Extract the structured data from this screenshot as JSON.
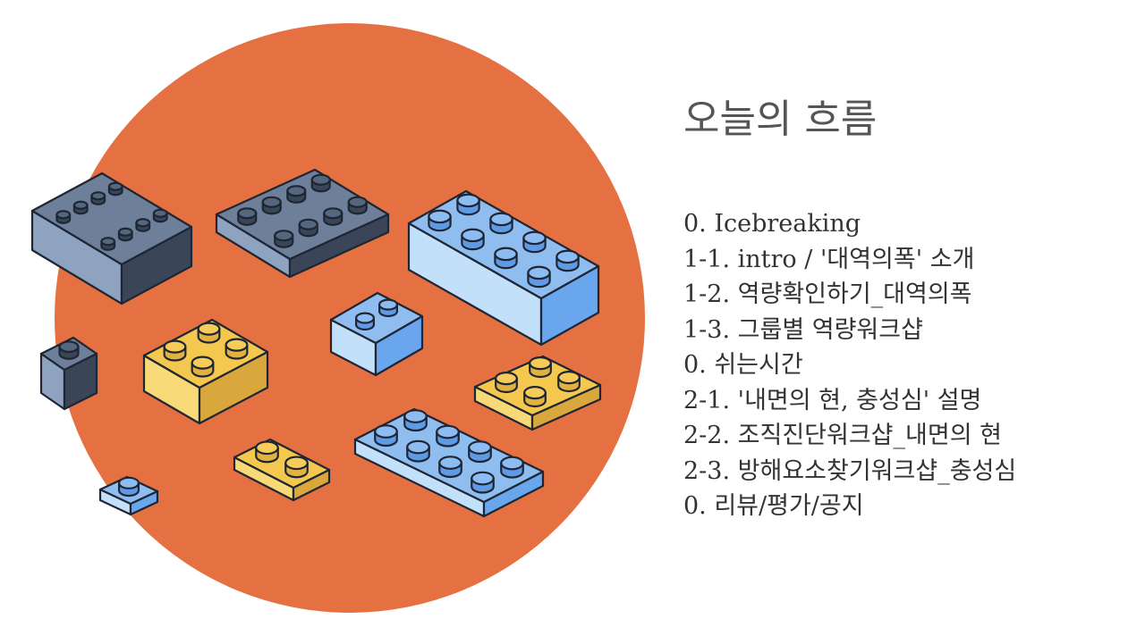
{
  "slide": {
    "title": "오늘의 흐름",
    "agenda": [
      "0. Icebreaking",
      "1-1. intro / '대역의폭' 소개",
      "1-2. 역량확인하기_대역의폭",
      "1-3. 그룹별 역량워크샵",
      "0. 쉬는시간",
      "2-1. '내면의 현, 충성심' 설명",
      "2-2. 조직진단워크샵_내면의 현",
      "2-3. 방해요소찾기워크샵_충성심",
      "0. 리뷰/평가/공지"
    ]
  },
  "colors": {
    "circle": "#e57142",
    "brick_dark": "#8a9cb6",
    "brick_light_blue": "#bcdcf7",
    "brick_yellow": "#f6cf60",
    "outline": "#1e2633"
  },
  "illustration": {
    "icon": "lego-bricks-illustration"
  }
}
